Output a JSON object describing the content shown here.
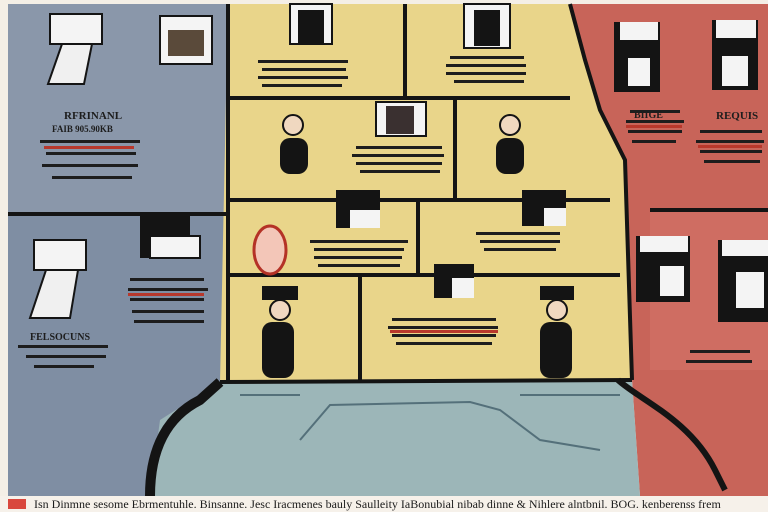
{
  "labels": {
    "left_heading": "RFRINANL",
    "left_sub": "FAIB 905.90KB",
    "left_lower": "FELSOCUNS",
    "right_heading": "REQUIS",
    "right_sub": "BIIGE",
    "bottom_caption": "Isn Dinmne sesome Ebrmentuhle. Binsanne. Jesc Iracmenes bauly Saulleity IaBonubial nibab dinne & Nihlere alntbnil. BOG. kenberenss frem"
  },
  "colors": {
    "slate": "#7f8ea3",
    "slate_dark": "#6f7e95",
    "yellow": "#e9d58a",
    "red": "#c86459",
    "teal": "#9cb6b8",
    "outline": "#141414"
  }
}
